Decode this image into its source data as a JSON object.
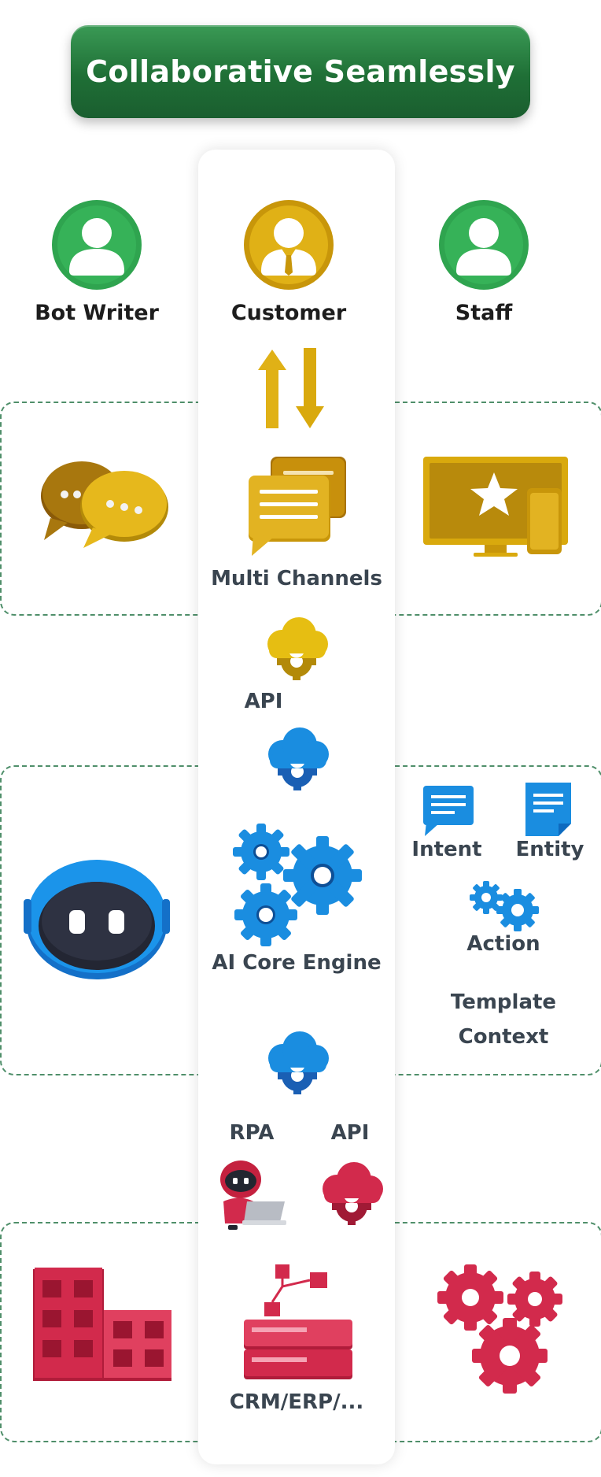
{
  "title": "Collaborative Seamlessly",
  "roles": {
    "bot_writer": "Bot Writer",
    "customer": "Customer",
    "staff": "Staff"
  },
  "center": {
    "multi_channels": "Multi Channels",
    "api_top": "API",
    "ai_core_engine": "AI Core Engine",
    "rpa": "RPA",
    "api_bottom": "API",
    "crm": "CRM/ERP/..."
  },
  "ai_panel": {
    "intent": "Intent",
    "entity": "Entity",
    "action": "Action",
    "template_line1": "Template",
    "template_line2": "Context"
  },
  "colors": {
    "green": "#2fa44f",
    "gold": "#d9a90d",
    "blue": "#1a8de0",
    "red": "#d22a4c"
  }
}
